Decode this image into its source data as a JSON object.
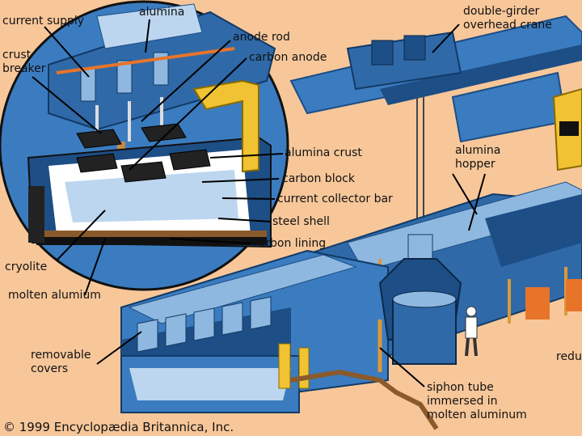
{
  "labels": {
    "current_supply": "current supply",
    "alumina": "alumina",
    "crust_breaker": "crust\nbreaker",
    "anode_rod": "anode rod",
    "carbon_anode": "carbon anode",
    "alumina_crust": "alumina crust",
    "carbon_block": "carbon block",
    "current_collector_bar": "current collector bar",
    "steel_shell": "steel shell",
    "carbon_lining": "carbon lining",
    "cryolite": "cryolite",
    "molten_alumium": "molten alumium",
    "double_girder_crane": "double-girder\noverhead crane",
    "alumina_hopper": "alumina\nhopper",
    "removable_covers": "removable\ncovers",
    "siphon_tube": "siphon tube\nimmersed in\nmolten aluminum",
    "reduction_truncated": "redu"
  },
  "copyright": "© 1999 Encyclopædia Britannica, Inc.",
  "colors": {
    "background": "#f7c79a",
    "blue_dark": "#1d4e86",
    "blue_mid": "#3b7cc0",
    "blue_light": "#8fb8e0",
    "yellow": "#f1c232",
    "black": "#111111",
    "orange": "#e8742a",
    "brown": "#8a5a2b"
  }
}
